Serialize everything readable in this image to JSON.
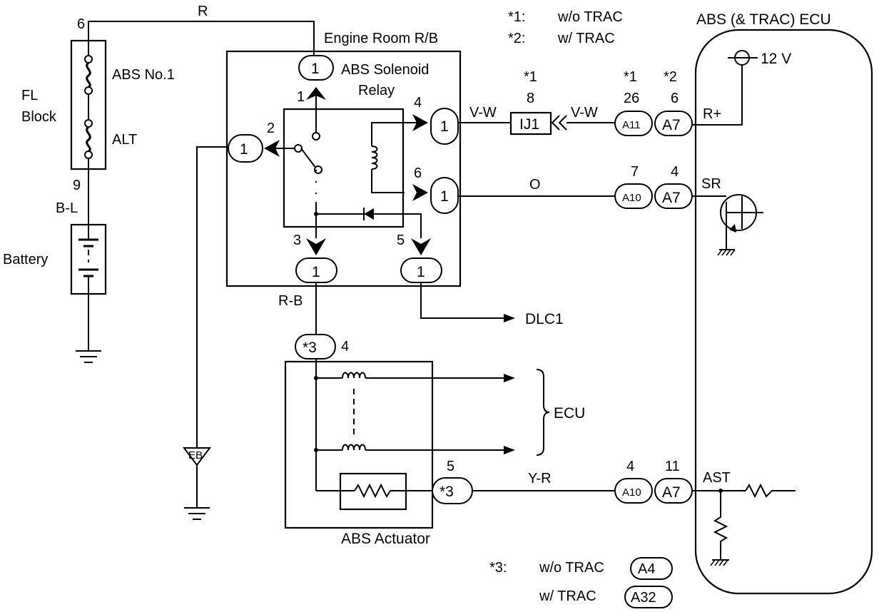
{
  "notes": {
    "n1_mark": "*1:",
    "n1_text": "w/o TRAC",
    "n2_mark": "*2:",
    "n2_text": "w/ TRAC",
    "n3_mark": "*3:",
    "n3_a_text": "w/o TRAC",
    "n3_a_conn": "A4",
    "n3_b_text": "w/ TRAC",
    "n3_b_conn": "A32"
  },
  "ecu": {
    "title": "ABS (& TRAC) ECU",
    "voltage": "12 V",
    "terminals": [
      "R+",
      "SR",
      "AST"
    ]
  },
  "fl_block": {
    "label_line1": "FL",
    "label_line2": "Block",
    "fuse1": "ABS No.1",
    "fuse2": "ALT",
    "pin_top": "6",
    "pin_bottom": "9"
  },
  "battery": {
    "label": "Battery",
    "wire": "B-L"
  },
  "relay_block": {
    "title": "Engine Room R/B",
    "relay_label_line1": "ABS Solenoid",
    "relay_label_line2": "Relay",
    "conn_label": "1",
    "pins": [
      "1",
      "2",
      "3",
      "4",
      "5",
      "6"
    ]
  },
  "wires": {
    "top": "R",
    "vw": "V-W",
    "o": "O",
    "rb": "R-B",
    "yr": "Y-R"
  },
  "junction": {
    "label": "IJ1",
    "pin": "8",
    "mark": "*1"
  },
  "connectors": {
    "a11": "A11",
    "a7": "A7",
    "a10": "A10",
    "a11_pin": "26",
    "a7_pin_rplus": "6",
    "a10_pin_sr": "7",
    "a7_pin_sr": "4",
    "a10_pin_ast": "4",
    "a7_pin_ast": "11",
    "mark1": "*1",
    "mark2": "*2"
  },
  "dlc": "DLC1",
  "ground_label": "EB",
  "actuator": {
    "title": "ABS Actuator",
    "conn_mark": "*3",
    "pin_top": "4",
    "pin_mid": "5",
    "ecu_label": "ECU"
  }
}
